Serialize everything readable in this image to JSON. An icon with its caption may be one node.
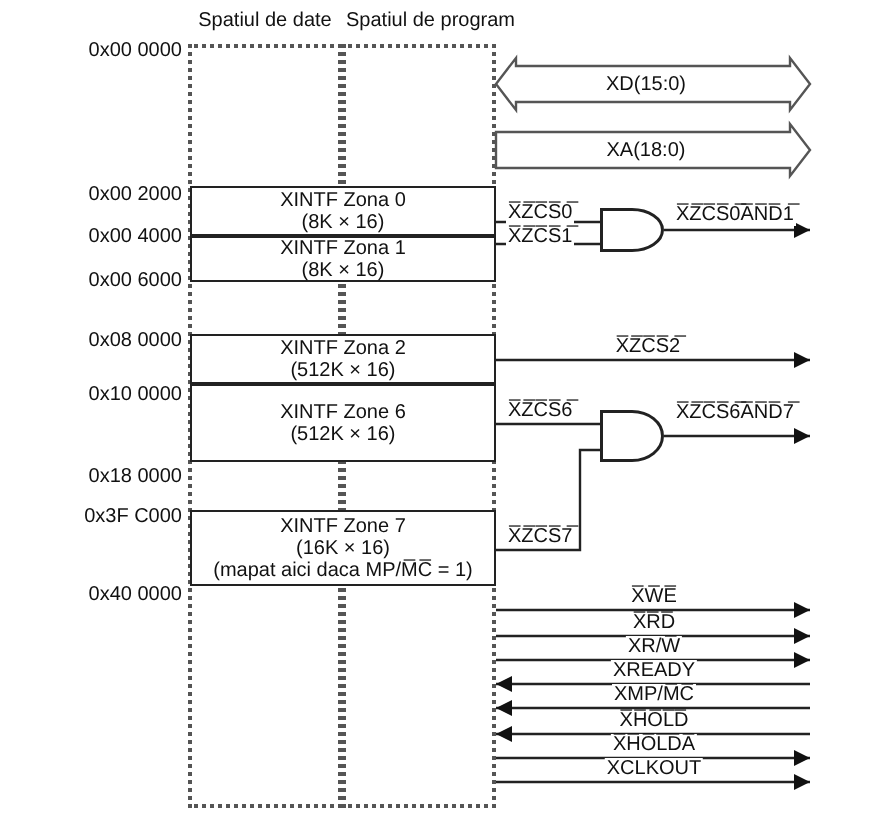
{
  "diagram": {
    "nodes": [
      {
        "text": [
          "Spatiul de date"
        ]
      },
      {
        "text": [
          "Spatiul de program"
        ]
      },
      {
        "text": [
          "XINTF Zona 0",
          "(8K × 16)"
        ]
      },
      {
        "text": [
          "XINTF Zona 1",
          "(8K × 16)"
        ]
      },
      {
        "text": [
          "XINTF Zona 2",
          "(512K × 16)"
        ]
      },
      {
        "text": [
          "XINTF Zone 6",
          "(512K × 16)"
        ]
      },
      {
        "text": [
          "XINTF Zone 7",
          "(16K × 16)",
          "(mapat aici daca MP/M̅C̅ = 1)"
        ]
      },
      {
        "text": [],
        "shape": "gate"
      },
      {
        "text": [],
        "shape": "gate"
      }
    ],
    "edges": [
      {
        "from": 1,
        "to": null,
        "arrow": "both",
        "style": "thick",
        "label": "XD(15:0)"
      },
      {
        "from": 1,
        "to": null,
        "arrow": "to",
        "style": "thick",
        "label": "XA(18:0)"
      },
      {
        "from": 2,
        "to": 7,
        "arrow": "none",
        "label": "X̅Z̅C̅S̅0̅"
      },
      {
        "from": 3,
        "to": 7,
        "arrow": "none",
        "label": "X̅Z̅C̅S̅1̅"
      },
      {
        "from": 7,
        "to": null,
        "arrow": "to",
        "label": "X̅Z̅C̅S̅0̅A̅N̅D̅1̅"
      },
      {
        "from": 4,
        "to": null,
        "arrow": "to",
        "label": "X̅Z̅C̅S̅2̅"
      },
      {
        "from": 5,
        "to": 8,
        "arrow": "none",
        "label": "X̅Z̅C̅S̅6̅"
      },
      {
        "from": 6,
        "to": 8,
        "arrow": "none",
        "label": "X̅Z̅C̅S̅7̅"
      },
      {
        "from": 8,
        "to": null,
        "arrow": "to",
        "label": "X̅Z̅C̅S̅6̅A̅N̅D̅7̅"
      },
      {
        "from": 1,
        "to": null,
        "arrow": "to",
        "label": "X̅W̅E̅"
      },
      {
        "from": 1,
        "to": null,
        "arrow": "to",
        "label": "X̅R̅D̅"
      },
      {
        "from": 1,
        "to": null,
        "arrow": "to",
        "label": "XR/W̅"
      },
      {
        "from": null,
        "to": 1,
        "arrow": "to",
        "label": "XREADY"
      },
      {
        "from": null,
        "to": 1,
        "arrow": "to",
        "label": "XMP/M̅C̅"
      },
      {
        "from": null,
        "to": 1,
        "arrow": "to",
        "label": "X̅H̅O̅L̅D̅"
      },
      {
        "from": 1,
        "to": null,
        "arrow": "to",
        "label": "X̅H̅O̅L̅D̅A̅"
      },
      {
        "from": 1,
        "to": null,
        "arrow": "to",
        "label": "XCLKOUT"
      }
    ],
    "labels": [
      "0x00 0000",
      "0x00 2000",
      "0x00 4000",
      "0x00 6000",
      "0x08 0000",
      "0x10 0000",
      "0x18 0000",
      "0x3F C000",
      "0x40 0000"
    ]
  }
}
